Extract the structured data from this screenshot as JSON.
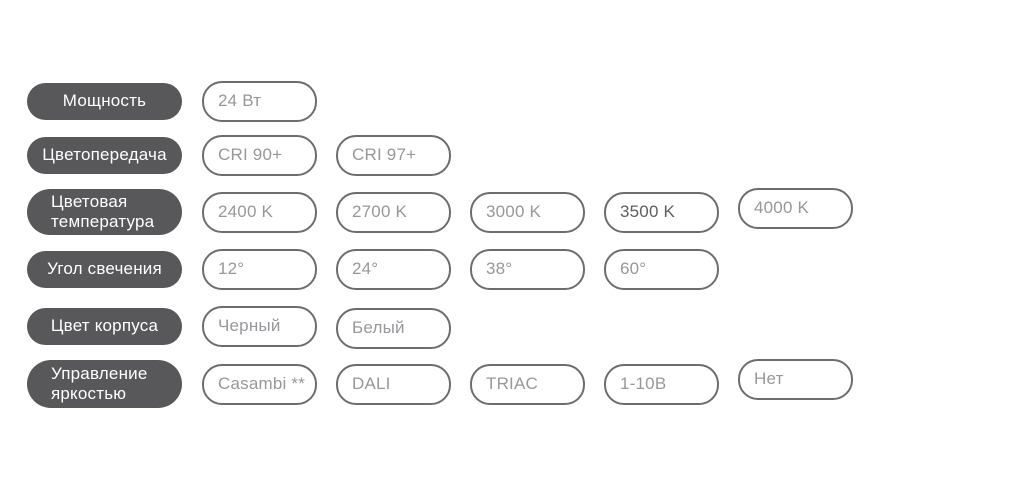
{
  "theme": {
    "background": "#FFFFFF",
    "label_pill_bg": "#58585A",
    "label_pill_text": "#FFFFFF",
    "option_border": "#6C6D70",
    "option_text": "#96989B",
    "option_selected_text": "#5D5E61"
  },
  "rows": [
    {
      "label": "Мощность",
      "options": [
        {
          "label": "24 Вт",
          "selected": false
        }
      ]
    },
    {
      "label": "Цветопередача",
      "options": [
        {
          "label": "CRI 90+",
          "selected": false
        },
        {
          "label": "CRI 97+",
          "selected": false
        }
      ]
    },
    {
      "label": "Цветовая температура",
      "label_lines": [
        "Цветовая",
        "температура"
      ],
      "options": [
        {
          "label": "2400 K",
          "selected": false
        },
        {
          "label": "2700 K",
          "selected": false
        },
        {
          "label": "3000 K",
          "selected": false
        },
        {
          "label": "3500 K",
          "selected": true
        },
        {
          "label": "4000 K",
          "selected": false
        }
      ]
    },
    {
      "label": "Угол свечения",
      "options": [
        {
          "label": "12°",
          "selected": false
        },
        {
          "label": "24°",
          "selected": false
        },
        {
          "label": "38°",
          "selected": false
        },
        {
          "label": "60°",
          "selected": false
        }
      ]
    },
    {
      "label": "Цвет корпуса",
      "options": [
        {
          "label": "Черный",
          "selected": false
        },
        {
          "label": "Белый",
          "selected": false
        }
      ]
    },
    {
      "label": "Управление яркостью",
      "label_lines": [
        "Управление",
        "яркостью"
      ],
      "options": [
        {
          "label": "Casambi **",
          "selected": false
        },
        {
          "label": "DALI",
          "selected": false
        },
        {
          "label": "TRIAC",
          "selected": false
        },
        {
          "label": "1-10В",
          "selected": false
        },
        {
          "label": "Нет",
          "selected": false
        }
      ]
    }
  ]
}
